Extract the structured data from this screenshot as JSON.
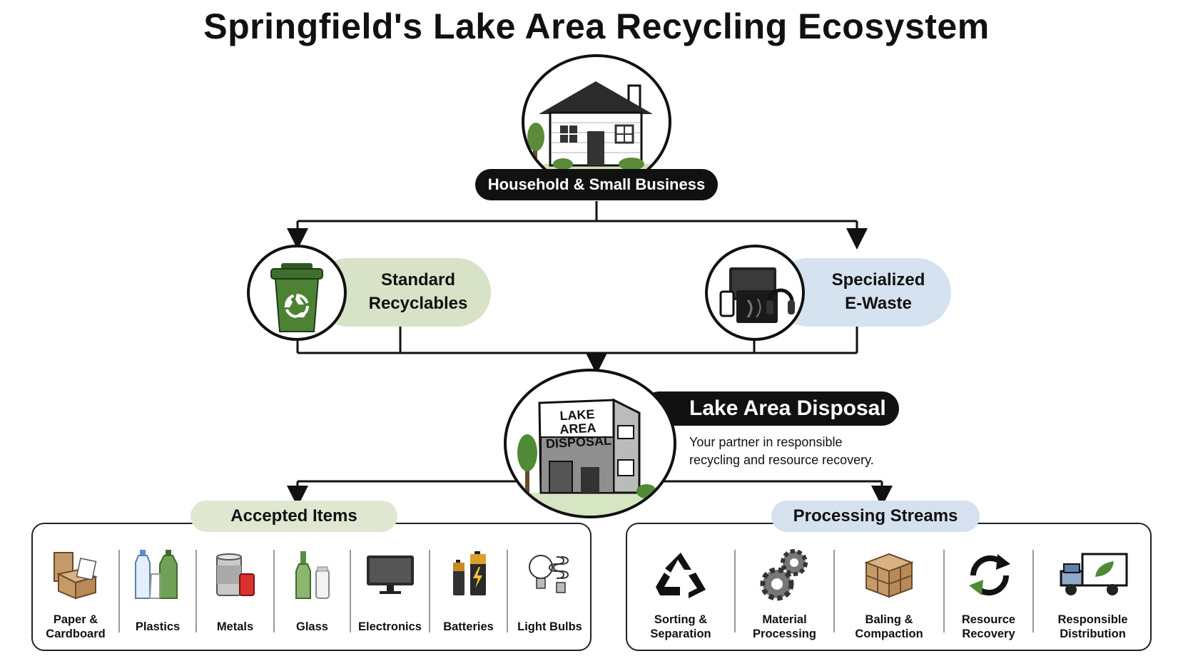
{
  "title": "Springfield's Lake Area Recycling Ecosystem",
  "source_node": {
    "label": "Household & Small Business",
    "icon": "house-icon"
  },
  "branches": [
    {
      "label": "Standard\nRecyclables",
      "icon": "recycling-bin-icon",
      "color": "#d7e2c6"
    },
    {
      "label": "Specialized\nE-Waste",
      "icon": "electronics-devices-icon",
      "color": "#d5e2ef"
    }
  ],
  "hub": {
    "name": "Lake Area Disposal",
    "tagline": "Your partner in responsible\nrecycling and resource recovery.",
    "building_sign": "LAKE AREA\nDISPOSAL",
    "icon": "disposal-building-icon"
  },
  "accepted": {
    "title": "Accepted Items",
    "color": "#dfe7d1",
    "items": [
      {
        "label": "Paper &\nCardboard",
        "icon": "cardboard-box-icon"
      },
      {
        "label": "Plastics",
        "icon": "plastic-bottles-icon"
      },
      {
        "label": "Metals",
        "icon": "metal-cans-icon"
      },
      {
        "label": "Glass",
        "icon": "glass-bottles-icon"
      },
      {
        "label": "Electronics",
        "icon": "monitor-icon"
      },
      {
        "label": "Batteries",
        "icon": "battery-icon"
      },
      {
        "label": "Light Bulbs",
        "icon": "light-bulb-icon"
      }
    ]
  },
  "processing": {
    "title": "Processing Streams",
    "color": "#d5e1ef",
    "items": [
      {
        "label": "Sorting &\nSeparation",
        "icon": "recycle-arrows-icon"
      },
      {
        "label": "Material\nProcessing",
        "icon": "gears-icon"
      },
      {
        "label": "Baling &\nCompaction",
        "icon": "bale-icon"
      },
      {
        "label": "Resource\nRecovery",
        "icon": "circular-arrows-icon"
      },
      {
        "label": "Responsible\nDistribution",
        "icon": "delivery-truck-icon"
      }
    ]
  }
}
